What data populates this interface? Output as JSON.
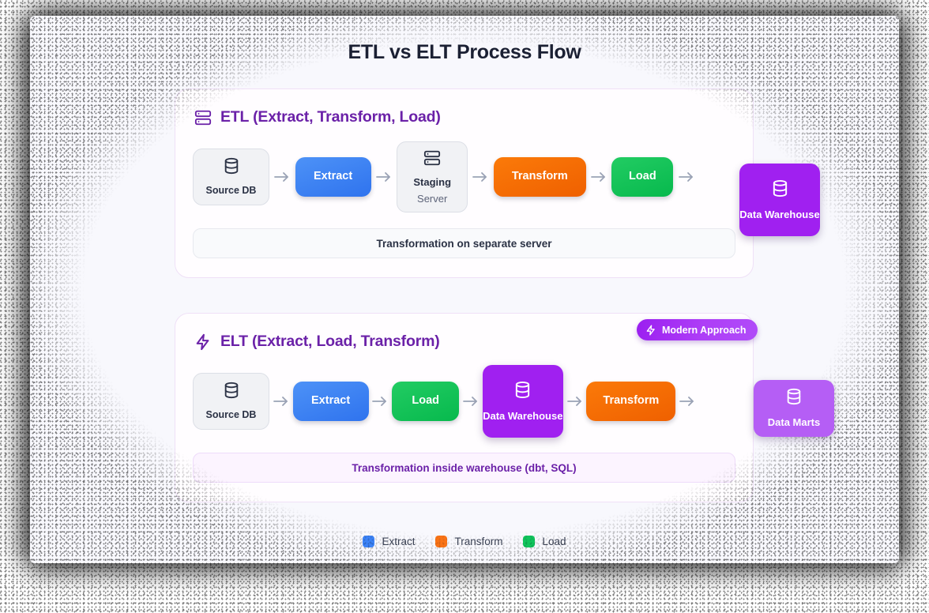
{
  "page": {
    "title": "ETL vs ELT Process Flow",
    "background": "#f8f8fd"
  },
  "colors": {
    "extract": "#3b82f6",
    "transform": "#f97316",
    "load": "#10c45c",
    "store": "#a020f0",
    "store_light": "#b55ef5",
    "accent": "#6b21a8",
    "neutral": "#f1f2f5",
    "title": "#1b2033"
  },
  "etl_section": {
    "icon": "server-stack-icon",
    "title": "ETL (Extract, Transform, Load)",
    "flow": [
      {
        "id": "source-db",
        "label": "Source DB",
        "sub": "",
        "kind": "neutral",
        "icon": "database-icon"
      },
      {
        "id": "extract",
        "label": "Extract",
        "sub": "",
        "kind": "extract",
        "icon": ""
      },
      {
        "id": "staging-server",
        "label": "Staging",
        "sub": "Server",
        "kind": "staging",
        "icon": "server-stack-icon"
      },
      {
        "id": "transform",
        "label": "Transform",
        "sub": "",
        "kind": "transform",
        "icon": ""
      },
      {
        "id": "load",
        "label": "Load",
        "sub": "",
        "kind": "load",
        "icon": ""
      },
      {
        "id": "data-warehouse",
        "label": "Data Warehouse",
        "sub": "",
        "kind": "store",
        "icon": "database-icon"
      }
    ],
    "note": "Transformation on separate server"
  },
  "elt_section": {
    "icon": "lightning-bolt-icon",
    "title": "ELT (Extract, Load, Transform)",
    "badge": {
      "icon": "lightning-bolt-icon",
      "label": "Modern Approach"
    },
    "flow": [
      {
        "id": "source-db",
        "label": "Source DB",
        "sub": "",
        "kind": "neutral",
        "icon": "database-icon"
      },
      {
        "id": "extract",
        "label": "Extract",
        "sub": "",
        "kind": "extract",
        "icon": ""
      },
      {
        "id": "load",
        "label": "Load",
        "sub": "",
        "kind": "load",
        "icon": ""
      },
      {
        "id": "data-warehouse",
        "label": "Data Warehouse",
        "sub": "",
        "kind": "store",
        "icon": "database-icon"
      },
      {
        "id": "transform",
        "label": "Transform",
        "sub": "",
        "kind": "transform",
        "icon": ""
      },
      {
        "id": "data-marts",
        "label": "Data Marts",
        "sub": "",
        "kind": "store-light",
        "icon": "database-icon"
      }
    ],
    "note": "Transformation inside warehouse (dbt, SQL)"
  },
  "legend": [
    {
      "label": "Extract",
      "color": "#3b82f6"
    },
    {
      "label": "Transform",
      "color": "#f97316"
    },
    {
      "label": "Load",
      "color": "#10c45c"
    }
  ],
  "arrow_glyph": "→"
}
